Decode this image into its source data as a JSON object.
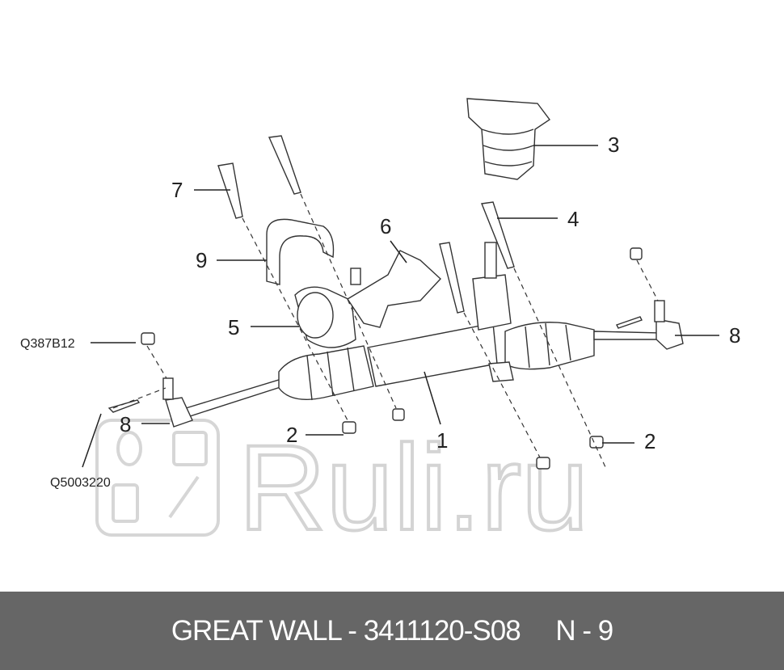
{
  "diagram": {
    "callouts": {
      "part_1": "1",
      "part_2a": "2",
      "part_2b": "2",
      "part_3": "3",
      "part_4": "4",
      "part_5": "5",
      "part_6": "6",
      "part_7": "7",
      "part_8a": "8",
      "part_8b": "8",
      "part_9": "9",
      "nut_code": "Q387B12",
      "pin_code": "Q5003220"
    },
    "watermark": "Ruli.ru"
  },
  "footer": {
    "brand_part": "GREAT WALL - 3411120-S08",
    "position": "N - 9"
  }
}
